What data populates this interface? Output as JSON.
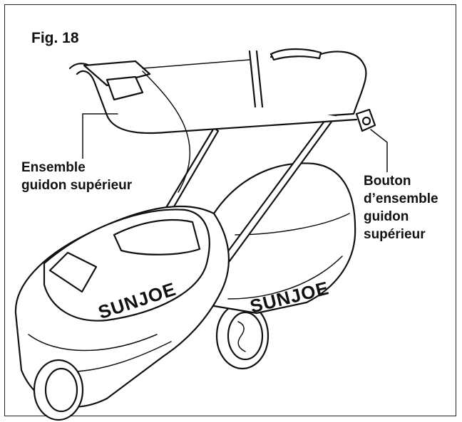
{
  "figure": {
    "label": "Fig. 18"
  },
  "callouts": {
    "upper_handle_assembly": {
      "line1": "Ensemble",
      "line2": "guidon supérieur"
    },
    "upper_handle_knob": {
      "line1": "Bouton",
      "line2": "d’ensemble",
      "line3": "guidon",
      "line4": "supérieur"
    }
  },
  "brand": {
    "deck_logo": "SUNJOE",
    "body_logo": "SUNJOE"
  }
}
